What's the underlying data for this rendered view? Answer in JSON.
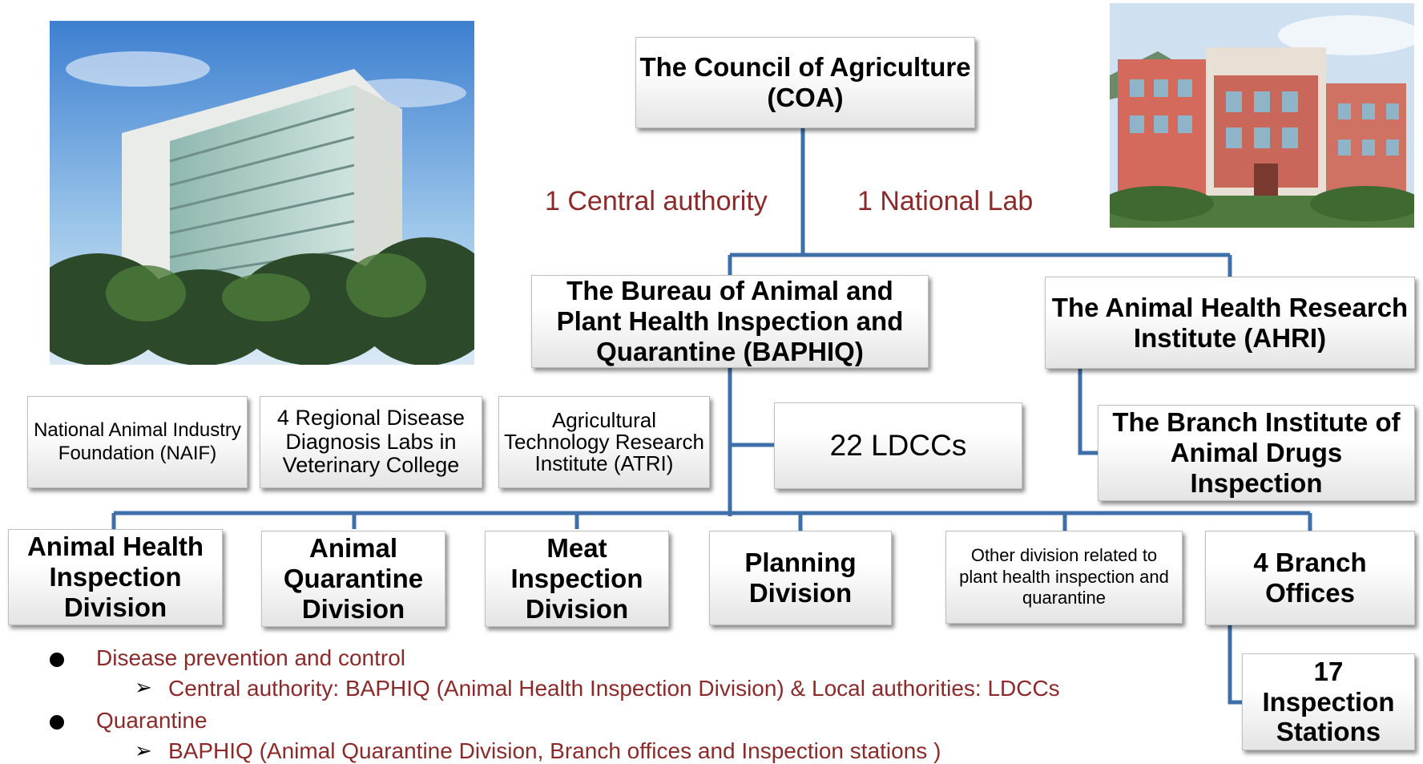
{
  "top": {
    "label": "The Council of Agriculture (COA)"
  },
  "labels": {
    "central": "1 Central authority",
    "national": "1 National Lab"
  },
  "mid": {
    "baphiq": "The Bureau of Animal and Plant Health Inspection and Quarantine (BAPHIQ)",
    "ahri": "The Animal Health Research Institute (AHRI)",
    "branch_institute": "The Branch Institute of Animal Drugs Inspection",
    "ldccs": "22 LDCCs"
  },
  "partners": [
    {
      "label": "National Animal Industry Foundation (NAIF)"
    },
    {
      "label": "4 Regional Disease Diagnosis Labs in Veterinary College"
    },
    {
      "label": "Agricultural Technology Research Institute (ATRI)"
    }
  ],
  "divisions": [
    {
      "label": "Animal Health Inspection Division"
    },
    {
      "label": "Animal Quarantine Division"
    },
    {
      "label": "Meat Inspection Division"
    },
    {
      "label": "Planning Division"
    },
    {
      "label": "Other division related to plant health inspection and quarantine"
    },
    {
      "label": "4 Branch Offices"
    }
  ],
  "stations": {
    "label": "17 Inspection Stations"
  },
  "bullets": {
    "b1": "Disease prevention and control",
    "b1_sub": "Central authority: BAPHIQ (Animal Health Inspection Division) & Local authorities: LDCCs",
    "b2": "Quarantine",
    "b2_sub": "BAPHIQ (Animal Quarantine Division, Branch offices and Inspection stations )"
  },
  "colors": {
    "connector": "#3f6fa8",
    "text_accent": "#8b2a2a"
  }
}
